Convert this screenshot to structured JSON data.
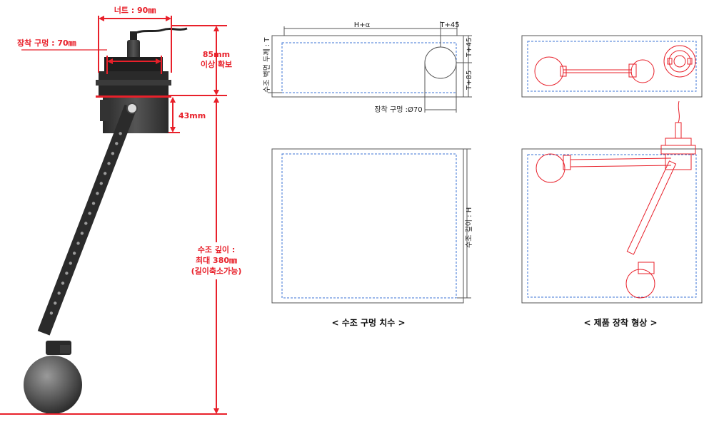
{
  "left": {
    "nut": "너트 : 90㎜",
    "hole": "장착 구멍 : 70㎜",
    "clear_1": "85mm",
    "clear_2": "이상 확보",
    "thread": "43mm",
    "depth_1": "수조 깊이 :",
    "depth_2": "최대 380㎜",
    "depth_3": "(길이축소가능)"
  },
  "top_drawing": {
    "h_alpha": "H+α",
    "t45_top": "T+45",
    "t45_side": "T+45",
    "t85": "T+85",
    "wall": "수조 벽면 두께 : T",
    "hole": "장착 구멍 :Ø70"
  },
  "front_drawing": {
    "depth": "수조 깊이 : H"
  },
  "captions": {
    "left": "< 수조 구멍 치수 >",
    "right": "< 제품 장착 형상 >"
  }
}
